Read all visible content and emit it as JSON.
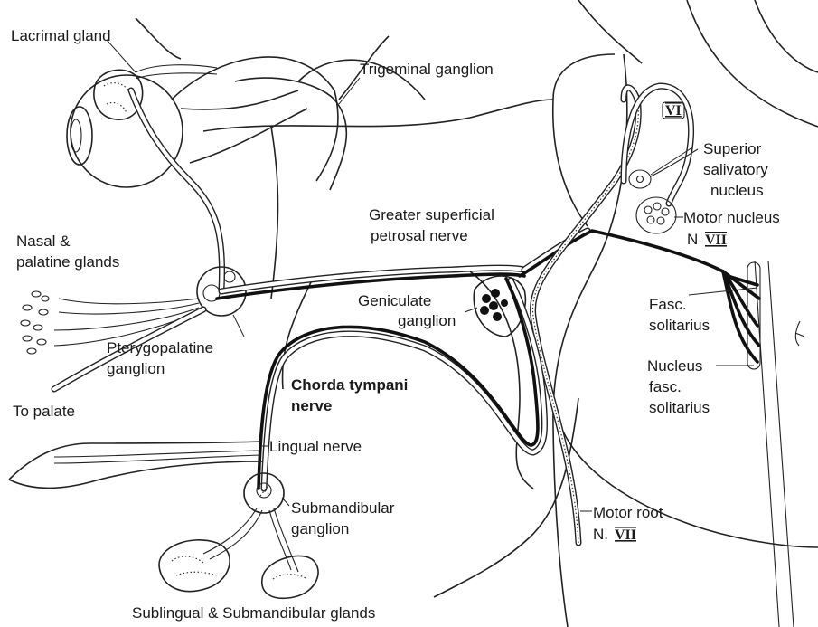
{
  "labels": {
    "lacrimal_gland": "Lacrimal gland",
    "trigeminal_ganglion": "Trigeminal ganglion",
    "nasal_palatine_1": "Nasal &",
    "nasal_palatine_2": "palatine glands",
    "greater_petrosal_1": "Greater superficial",
    "greater_petrosal_2": "petrosal nerve",
    "geniculate_1": "Geniculate",
    "geniculate_2": "ganglion",
    "pterygopalatine_1": "Pterygopalatine",
    "pterygopalatine_2": "ganglion",
    "to_palate": "To palate",
    "chorda_1": "Chorda tympani",
    "chorda_2": "nerve",
    "lingual_nerve": "Lingual nerve",
    "submandibular_1": "Submandibular",
    "submandibular_2": "ganglion",
    "sublingual_glands": "Sublingual & Submandibular glands",
    "superior_salivatory_1": "Superior",
    "superior_salivatory_2": "salivatory",
    "superior_salivatory_3": "nucleus",
    "motor_nucleus": "Motor nucleus",
    "motor_nucleus_n": "N",
    "motor_nucleus_num": "VII",
    "fasc_solitarius_1": "Fasc.",
    "fasc_solitarius_2": "solitarius",
    "nucleus_fasc_1": "Nucleus",
    "nucleus_fasc_2": "fasc.",
    "nucleus_fasc_3": "solitarius",
    "motor_root_1": "Motor root",
    "motor_root_n": "N.",
    "motor_root_num": "VII",
    "nerve_vi": "VI"
  }
}
